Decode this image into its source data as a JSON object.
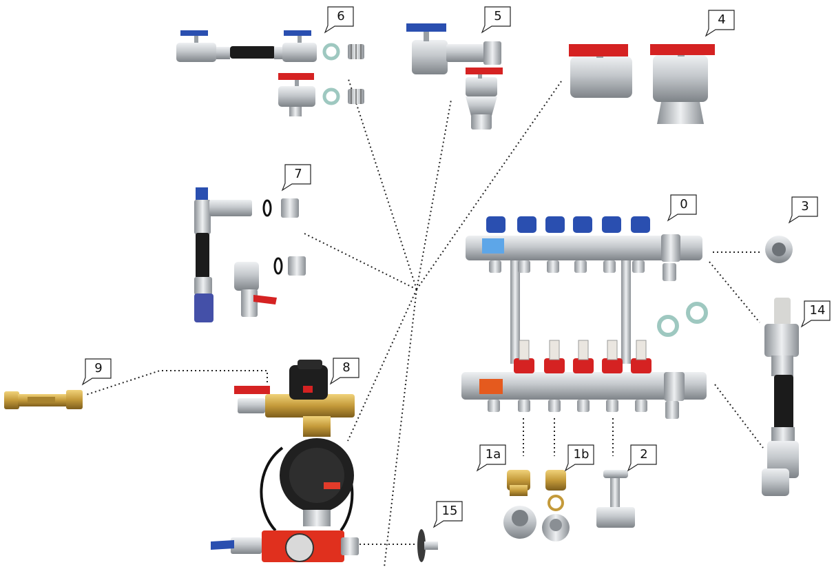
{
  "colors": {
    "chrome": "#c9ccd0",
    "chrome_dark": "#8e9398",
    "brass": "#c49a3a",
    "brass_dark": "#8a6a22",
    "blue_handle": "#2a4fb0",
    "red_handle": "#d52222",
    "black_hose": "#1c1c1c",
    "gasket": "#9ec8c0",
    "pump_red": "#e0301e"
  },
  "callouts": [
    {
      "id": "0",
      "label": "0",
      "part": "manifold"
    },
    {
      "id": "1a",
      "label": "1a",
      "part": "adapter-1a"
    },
    {
      "id": "1b",
      "label": "1b",
      "part": "adapter-1b"
    },
    {
      "id": "2",
      "label": "2",
      "part": "plug"
    },
    {
      "id": "3",
      "label": "3",
      "part": "end-cap"
    },
    {
      "id": "4",
      "label": "4",
      "part": "ball-valves-red"
    },
    {
      "id": "5",
      "label": "5",
      "part": "angle-valves"
    },
    {
      "id": "6",
      "label": "6",
      "part": "straight-connection-set"
    },
    {
      "id": "7",
      "label": "7",
      "part": "bypass-set"
    },
    {
      "id": "8",
      "label": "8",
      "part": "mixing-valve-pump-group"
    },
    {
      "id": "9",
      "label": "9",
      "part": "flow-meter"
    },
    {
      "id": "14",
      "label": "14",
      "part": "hose-connection"
    },
    {
      "id": "15",
      "label": "15",
      "part": "thermometer"
    }
  ]
}
